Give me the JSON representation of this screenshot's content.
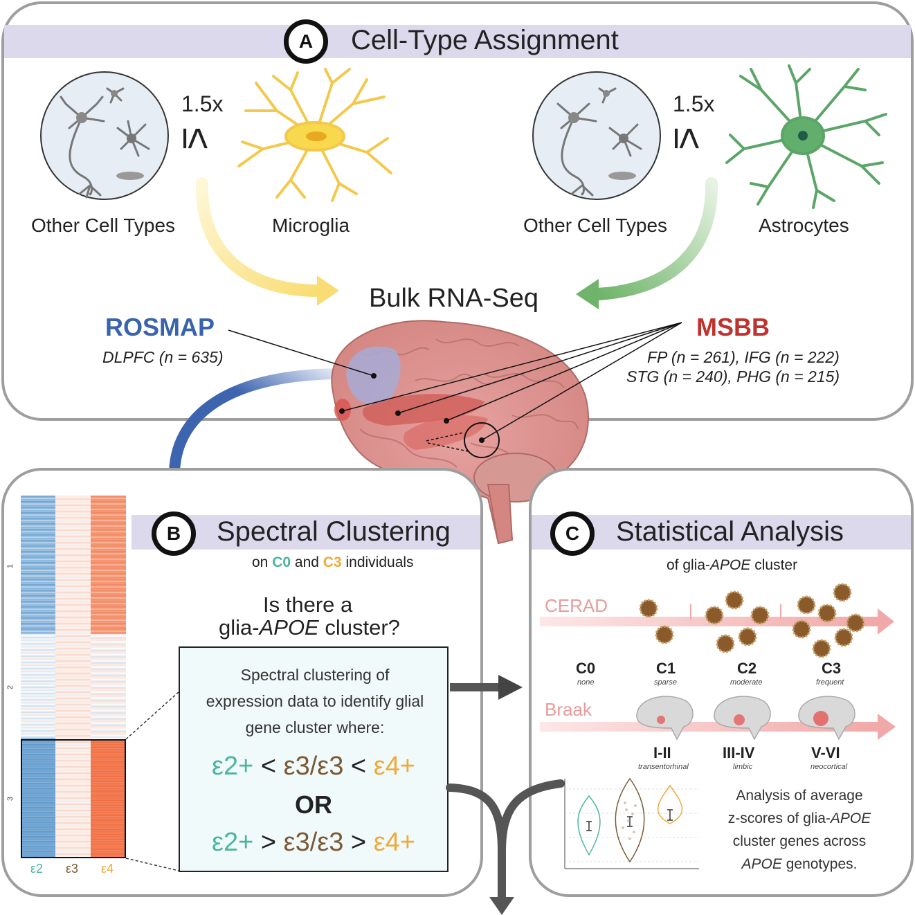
{
  "panel_a": {
    "badge": "A",
    "title": "Cell-Type Assignment",
    "left_ratio": "1.5x",
    "left_symbol": "≤",
    "right_ratio": "1.5x",
    "right_symbol": "≤",
    "other_left": "Other Cell Types",
    "microglia": "Microglia",
    "other_right": "Other Cell Types",
    "astrocytes": "Astrocytes",
    "bulk": "Bulk RNA-Seq",
    "rosmap": "ROSMAP",
    "rosmap_region": "DLPFC (n = 635)",
    "msbb": "MSBB",
    "msbb_line1": "FP (n = 261), IFG (n = 222)",
    "msbb_line2": "STG (n = 240), PHG (n = 215)"
  },
  "panel_b": {
    "badge": "B",
    "title": "Spectral Clustering",
    "sub_pre": "on ",
    "sub_c0": "C0",
    "sub_and": " and ",
    "sub_c3": "C3",
    "sub_post": " individuals",
    "q_line1": "Is there a",
    "q_pre": "glia-",
    "q_gene": "APOE",
    "q_post": " cluster?",
    "box_text": "Spectral clustering of expression data to identify glial gene cluster where:",
    "e2": "ε2+",
    "lt": "<",
    "gt": ">",
    "e3": "ε3/ε3",
    "e4": "ε4+",
    "or": "OR",
    "heatmap": {
      "row_labels": [
        "1",
        "2",
        "3"
      ],
      "col_labels": [
        "ε2",
        "ε3",
        "ε4"
      ]
    }
  },
  "panel_c": {
    "badge": "C",
    "title": "Statistical Analysis",
    "sub_pre": "of glia-",
    "sub_gene": "APOE",
    "sub_post": " cluster",
    "cerad": "CERAD",
    "cerad_stages": [
      {
        "label": "C0",
        "desc": "none"
      },
      {
        "label": "C1",
        "desc": "sparse"
      },
      {
        "label": "C2",
        "desc": "moderate"
      },
      {
        "label": "C3",
        "desc": "frequent"
      }
    ],
    "braak": "Braak",
    "braak_stages": [
      {
        "label": "I-II",
        "desc": "transentorhinal"
      },
      {
        "label": "III-IV",
        "desc": "limbic"
      },
      {
        "label": "V-VI",
        "desc": "neocortical"
      }
    ],
    "analysis_l1": "Analysis of average",
    "analysis_l2_pre": "z-scores of glia-",
    "analysis_l2_gene": "APOE",
    "analysis_l3": "cluster genes across",
    "analysis_l4_gene": "APOE",
    "analysis_l4_post": " genotypes."
  },
  "colors": {
    "rosmap": "#3a63ad",
    "msbb": "#c0322e",
    "e2": "#4bb5a0",
    "e3": "#7a5a36",
    "e4": "#f0a93a",
    "c0": "#4bb5a0",
    "c3": "#f0a93a",
    "band": "#dcd9ec",
    "stage_label": "#e99b9b"
  }
}
